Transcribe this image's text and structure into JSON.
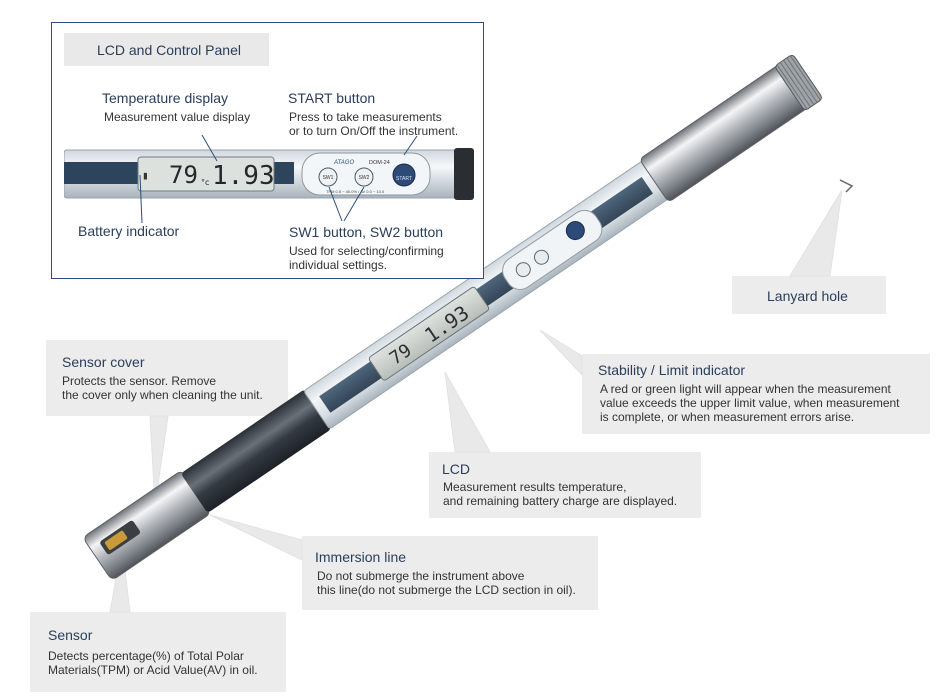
{
  "inset": {
    "header": "LCD and Control Panel",
    "temperature_display": {
      "title": "Temperature display",
      "desc": "Measurement value display"
    },
    "start_button": {
      "title": "START button",
      "desc": "Press to take measurements\nor to turn On/Off the instrument."
    },
    "battery_indicator": {
      "title": "Battery indicator"
    },
    "sw_buttons": {
      "title": "SW1 button, SW2 button",
      "desc": "Used for selecting/confirming\nindividual settings."
    }
  },
  "device": {
    "lcd_temp": "79",
    "lcd_temp_unit": "°c",
    "lcd_value": "1.93",
    "brand": "ATAGO",
    "model": "DOM-24",
    "range_text": "TPM 0.5 ~ 40.0% / AV 0.0 ~ 10.0",
    "sw1": "SW1",
    "sw2": "SW2",
    "start": "START"
  },
  "callouts": {
    "lanyard_hole": {
      "title": "Lanyard hole"
    },
    "sensor_cover": {
      "title": "Sensor cover",
      "desc": "Protects the sensor. Remove\nthe cover only when cleaning the unit."
    },
    "stability": {
      "title": "Stability / Limit indicator",
      "desc": "A red or green light will appear when the measurement\nvalue exceeds the upper limit value, when measurement\nis complete, or when measurement errors arise."
    },
    "lcd": {
      "title": "LCD",
      "desc": "Measurement results temperature,\nand remaining battery charge are displayed."
    },
    "immersion_line": {
      "title": "Immersion line",
      "desc": "Do not submerge the instrument above\nthis line(do not submerge the LCD section in oil)."
    },
    "sensor": {
      "title": "Sensor",
      "desc": "Detects percentage(%) of Total Polar\nMaterials(TPM) or Acid Value(AV) in oil."
    }
  }
}
